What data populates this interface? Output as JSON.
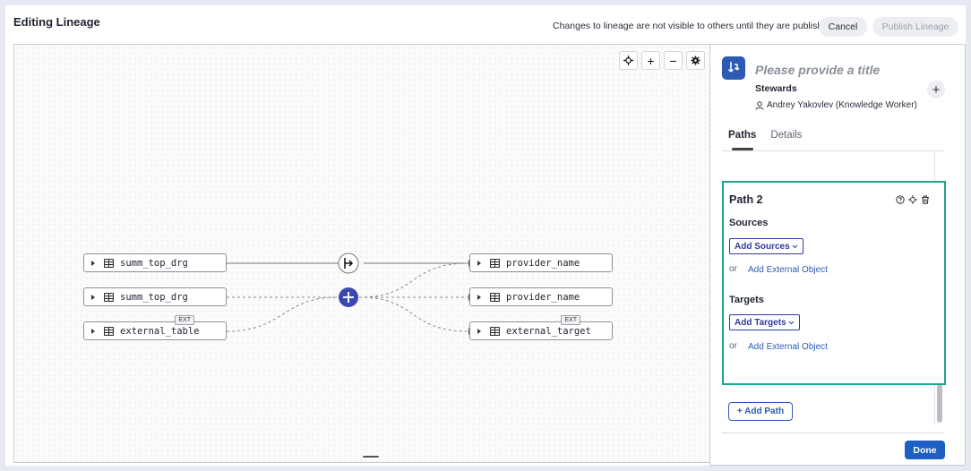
{
  "header": {
    "title": "Editing Lineage",
    "notice": "Changes to lineage are not visible to others until they are published",
    "cancel_label": "Cancel",
    "publish_label": "Publish Lineage"
  },
  "toolbar": {
    "center_icon": "crosshair-icon",
    "zoom_in": "+",
    "zoom_out": "−",
    "settings_icon": "gear-icon"
  },
  "graph": {
    "sources": [
      {
        "label": "summ_top_drg",
        "ext": ""
      },
      {
        "label": "summ_top_drg",
        "ext": ""
      },
      {
        "label": "external_table",
        "ext": "EXT"
      }
    ],
    "targets": [
      {
        "label": "provider_name",
        "ext": ""
      },
      {
        "label": "provider_name",
        "ext": ""
      },
      {
        "label": "external_target",
        "ext": "EXT"
      }
    ],
    "join_symbol": "+"
  },
  "panel": {
    "title_placeholder": "Please provide a title",
    "stewards_label": "Stewards",
    "steward_name": "Andrey Yakovlev (Knowledge Worker)",
    "tabs": [
      {
        "label": "Paths",
        "active": true
      },
      {
        "label": "Details",
        "active": false
      }
    ],
    "path": {
      "name": "Path 2",
      "sources_label": "Sources",
      "add_sources_label": "Add Sources",
      "or_label": "or",
      "add_external_label": "Add External Object",
      "targets_label": "Targets",
      "add_targets_label": "Add Targets"
    },
    "add_path_label": "+ Add Path",
    "done_label": "Done"
  },
  "colors": {
    "accent": "#2d5bb4",
    "join_node": "#3948b0",
    "highlight": "#1fa58b"
  }
}
